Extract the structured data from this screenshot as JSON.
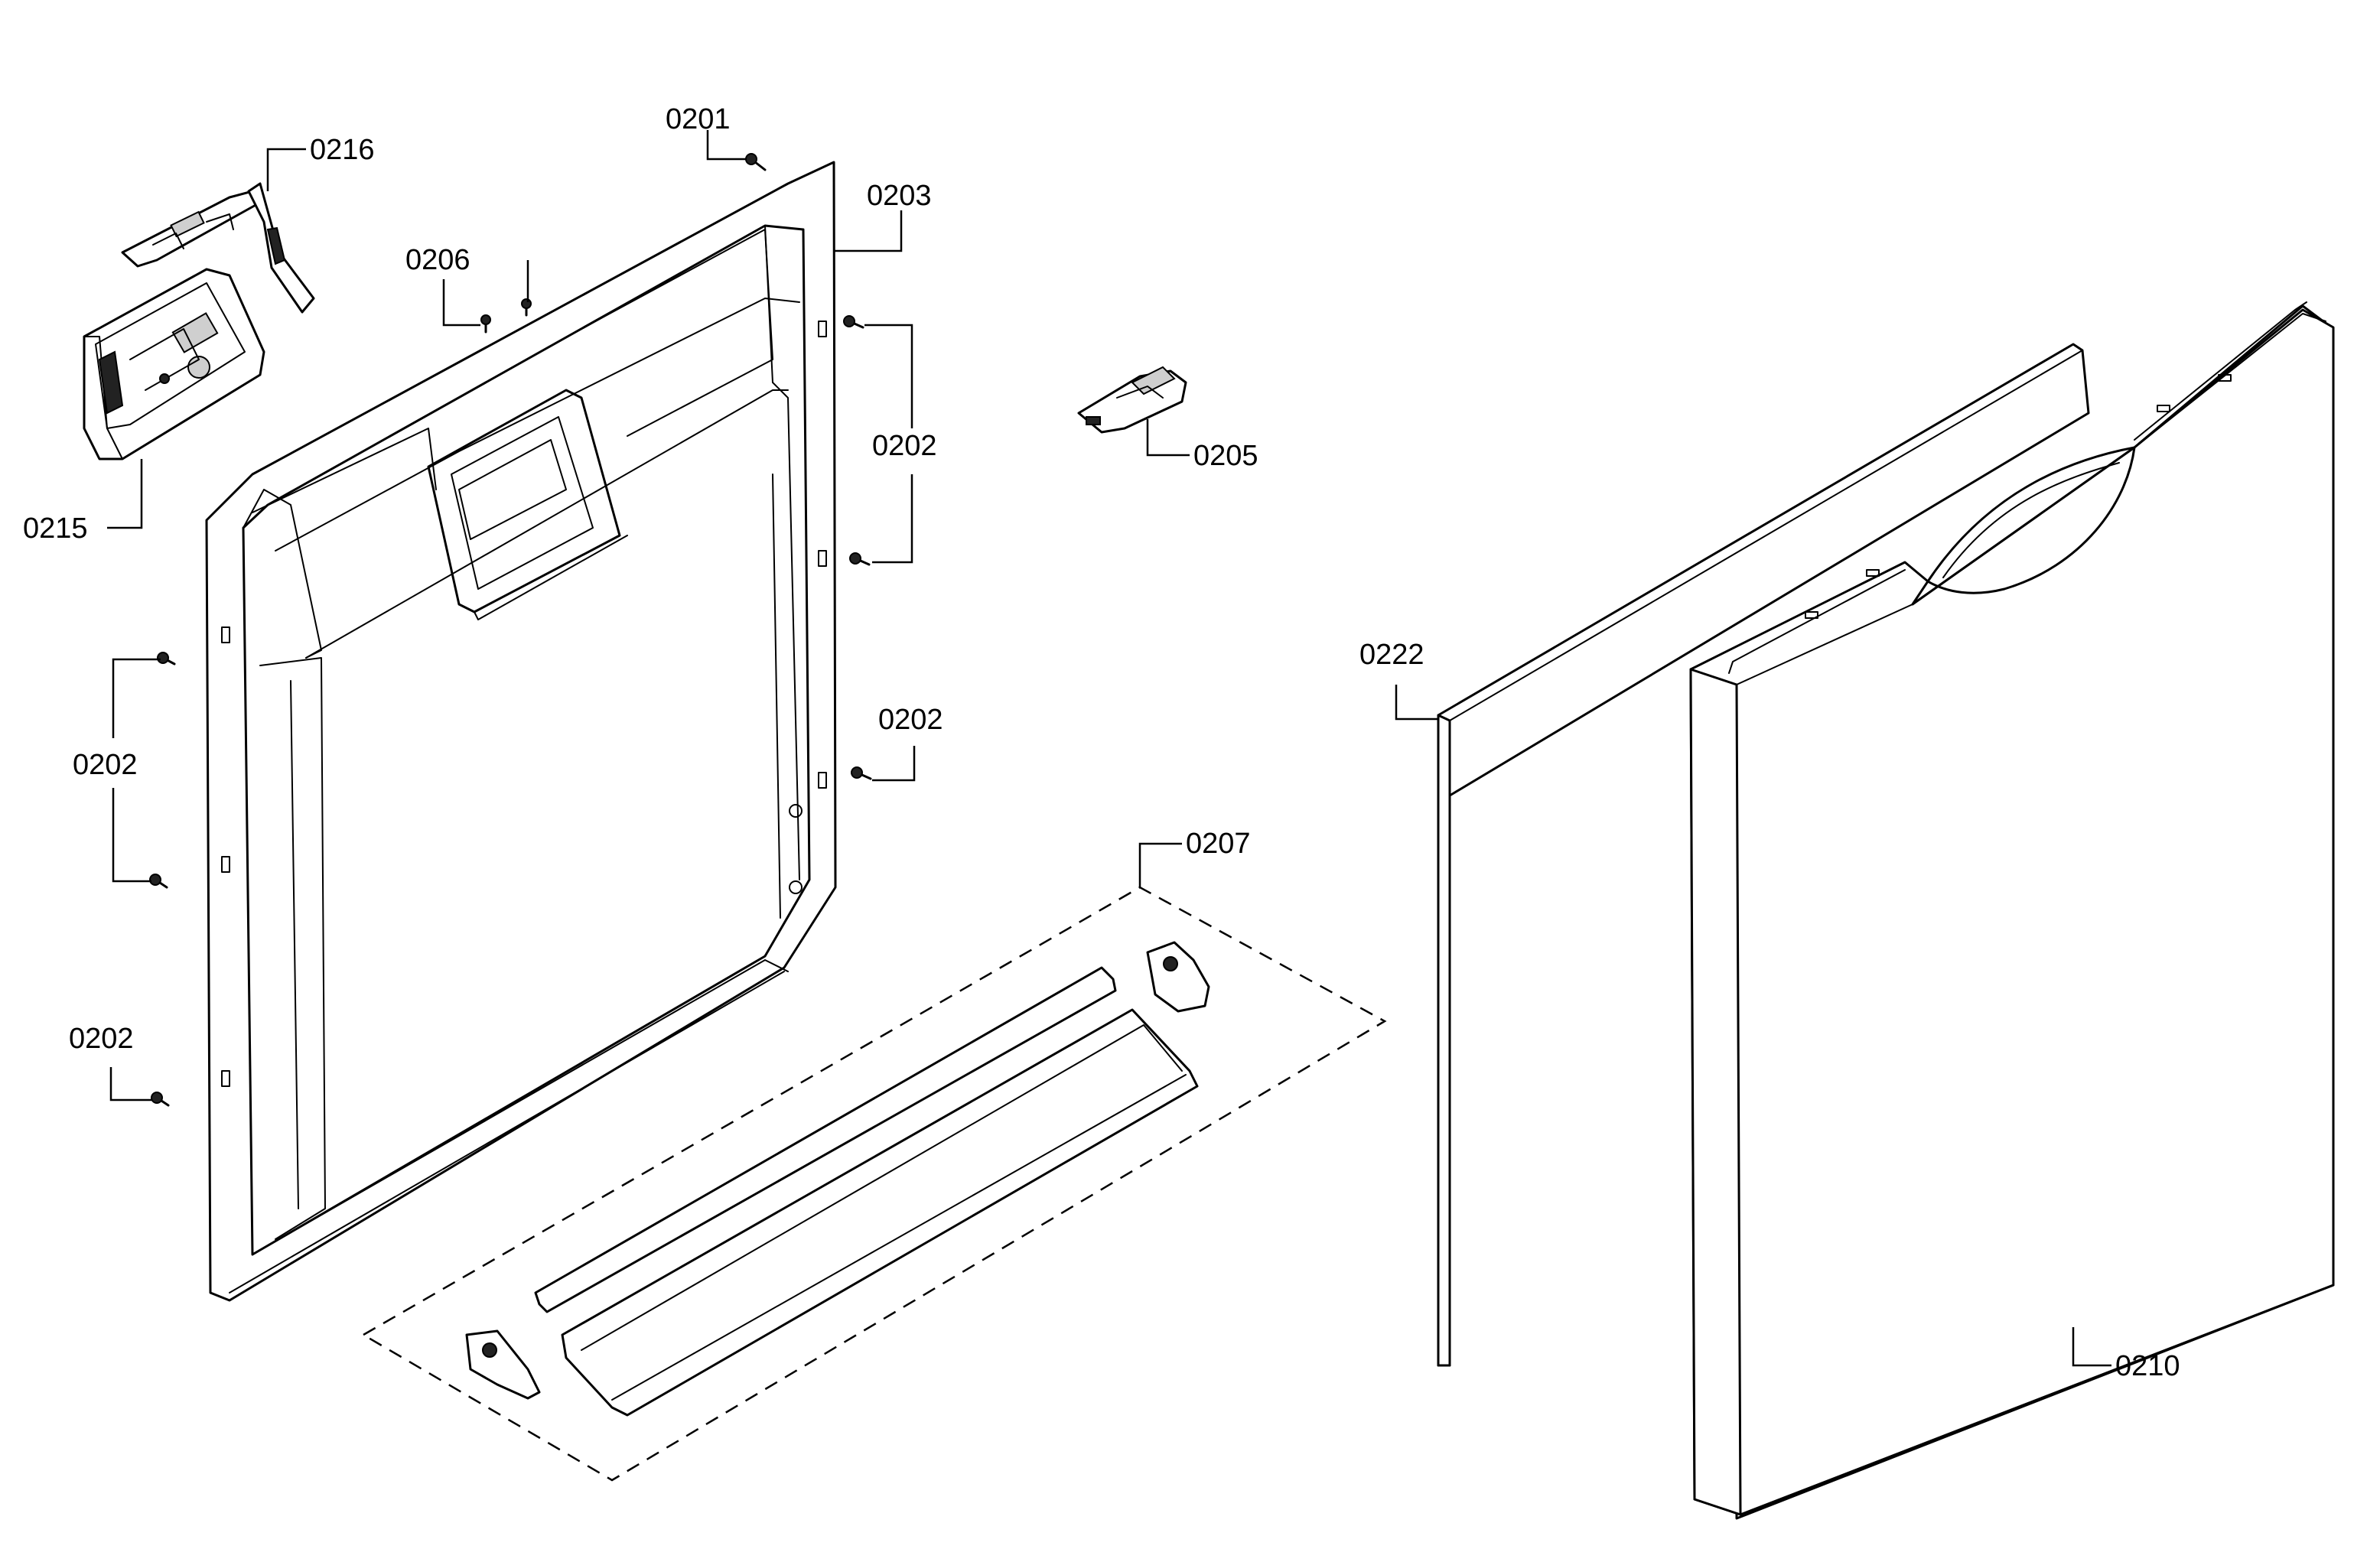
{
  "labels": {
    "p0201": "0201",
    "p0202_upper_right": "0202",
    "p0202_lower_right": "0202",
    "p0202_left_mid": "0202",
    "p0202_left_low": "0202",
    "p0203": "0203",
    "p0205": "0205",
    "p0206": "0206",
    "p0207": "0207",
    "p0210": "0210",
    "p0215": "0215",
    "p0216": "0216",
    "p0222": "0222"
  }
}
